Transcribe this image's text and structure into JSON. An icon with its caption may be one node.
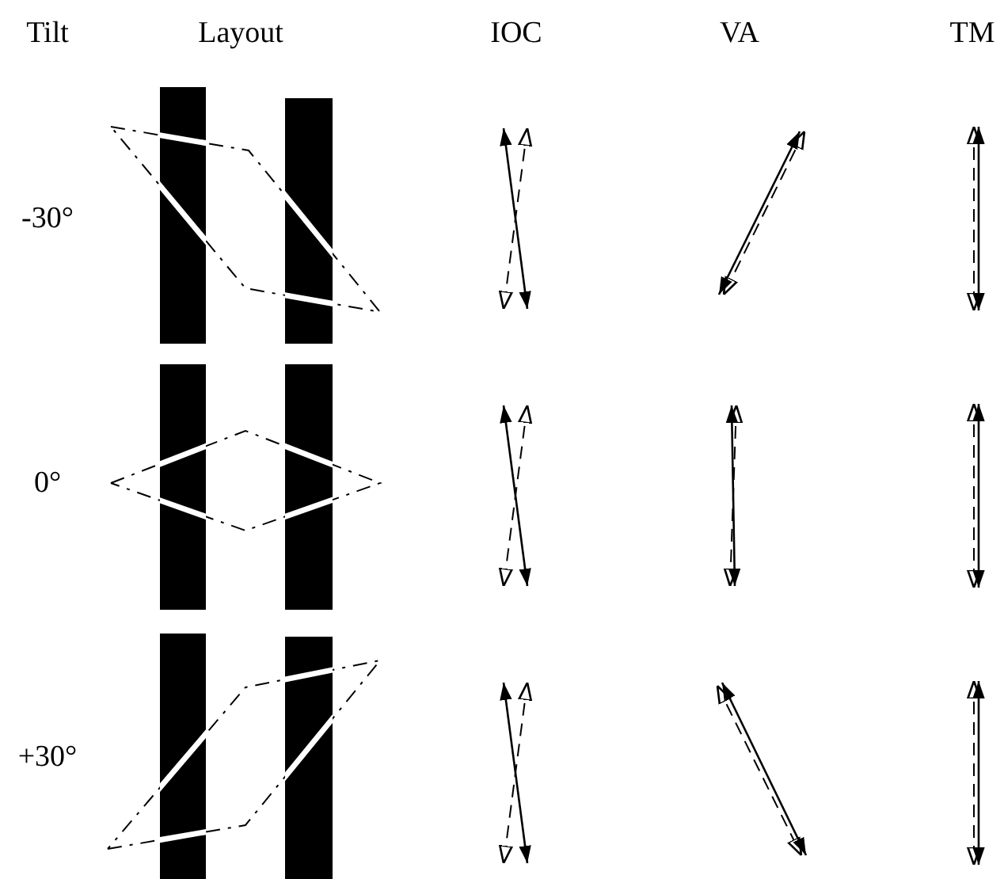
{
  "diagram": {
    "labels": [
      "Tilt",
      "Layout",
      "IOC",
      "VA",
      "TM",
      "-30°",
      "0°",
      "+30°"
    ]
  }
}
